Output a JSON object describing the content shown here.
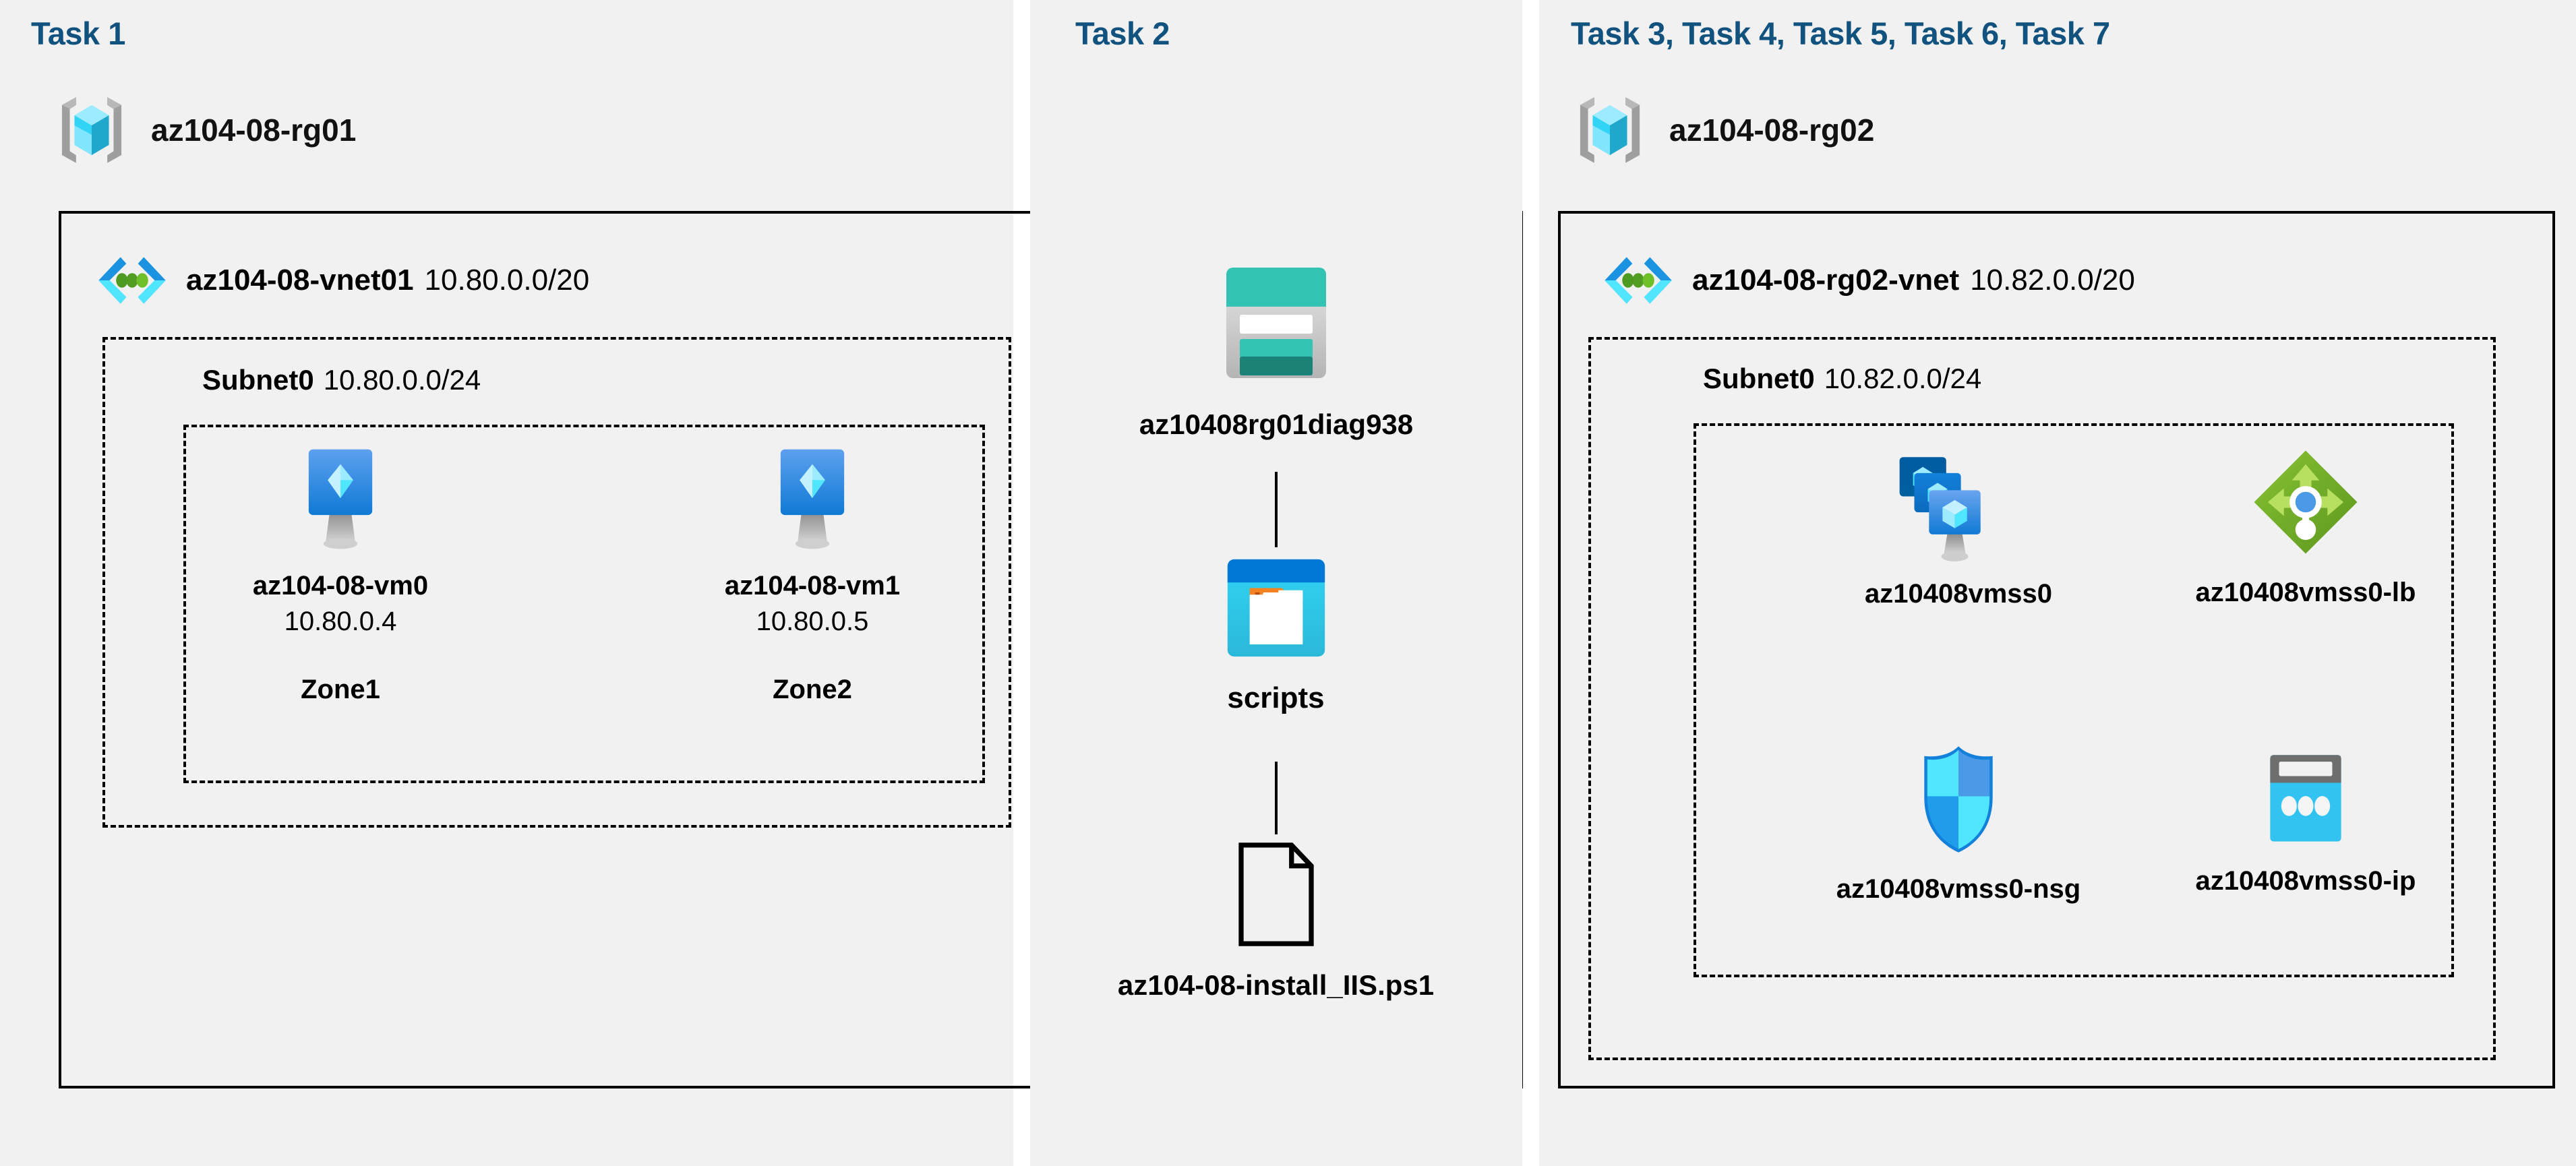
{
  "panels": [
    {
      "task_label": "Task 1"
    },
    {
      "task_label": "Task 2"
    },
    {
      "task_label": "Task 3, Task 4, Task 5, Task 6, Task 7"
    }
  ],
  "task1": {
    "resource_group": {
      "name": "az104-08-rg01",
      "icon": "resource-group-icon"
    },
    "vnet": {
      "name": "az104-08-vnet01",
      "cidr": "10.80.0.0/20",
      "icon": "virtual-network-icon"
    },
    "subnet": {
      "name": "Subnet0",
      "cidr": "10.80.0.0/24"
    },
    "vms": [
      {
        "name": "az104-08-vm0",
        "ip": "10.80.0.4",
        "zone": "Zone1",
        "icon": "virtual-machine-icon"
      },
      {
        "name": "az104-08-vm1",
        "ip": "10.80.0.5",
        "zone": "Zone2",
        "icon": "virtual-machine-icon"
      }
    ]
  },
  "task2": {
    "storage_account": {
      "name": "az10408rg01diag938",
      "icon": "storage-account-icon"
    },
    "container": {
      "name": "scripts",
      "icon": "blob-container-icon"
    },
    "file": {
      "name": "az104-08-install_IIS.ps1",
      "icon": "script-file-icon"
    }
  },
  "task3": {
    "resource_group": {
      "name": "az104-08-rg02",
      "icon": "resource-group-icon"
    },
    "vnet": {
      "name": "az104-08-rg02-vnet",
      "cidr": "10.82.0.0/20",
      "icon": "virtual-network-icon"
    },
    "subnet": {
      "name": "Subnet0",
      "cidr": "10.82.0.0/24"
    },
    "resources": [
      {
        "name": "az10408vmss0",
        "icon": "vm-scale-set-icon"
      },
      {
        "name": "az10408vmss0-lb",
        "icon": "load-balancer-icon"
      },
      {
        "name": "az10408vmss0-nsg",
        "icon": "network-security-group-icon"
      },
      {
        "name": "az10408vmss0-ip",
        "icon": "public-ip-address-icon"
      }
    ]
  },
  "colors": {
    "panel_bg": "#f1f1f1",
    "task_title": "#11537e",
    "border": "#000000",
    "azure_blue": "#0078d4",
    "azure_cyan": "#50e6ff",
    "storage_teal": "#31c4b4",
    "lb_green": "#6fad1e",
    "nsg_blue": "#32bdf3"
  }
}
